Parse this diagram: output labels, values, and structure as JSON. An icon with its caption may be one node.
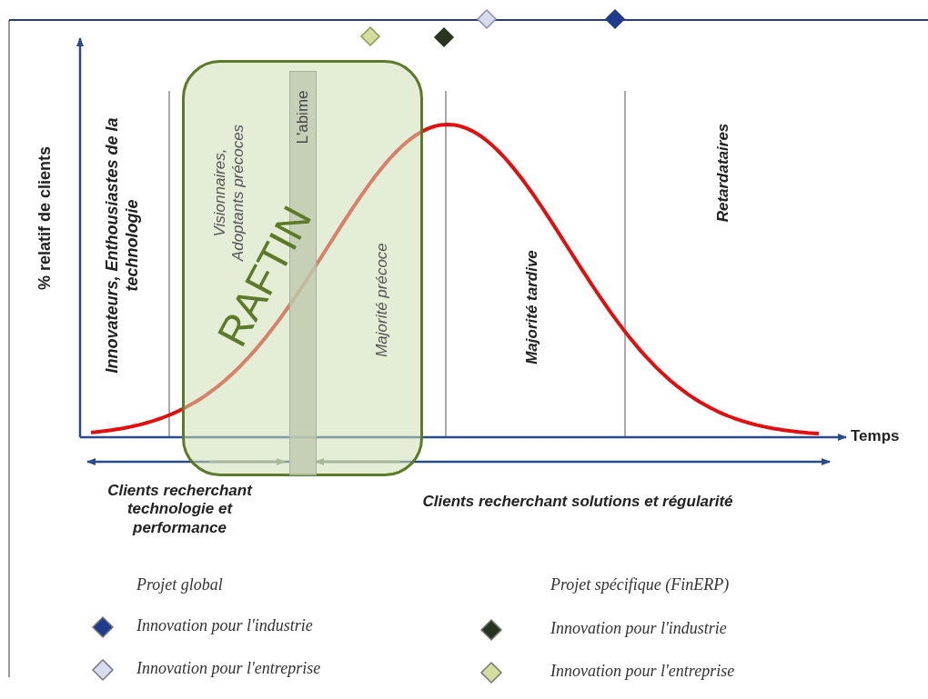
{
  "diagram": {
    "nodes": [
      {
        "text": [
          "RAFTIN"
        ]
      },
      {
        "text": [
          "L'abime"
        ],
        "in": 0
      }
    ],
    "labels": [
      "% relatif de clients",
      "Innovateurs, Enthousiastes de la technologie",
      "Visionnaires, Adoptants précoces",
      "Majorité précoce",
      "Majorité tardive",
      "Retardataires",
      "Temps",
      "Clients recherchant technologie et performance",
      "Clients recherchant solutions et régularité",
      "Projet global",
      "Projet spécifique (FinERP)"
    ],
    "legend": [
      {
        "text": "Innovation pour l'industrie",
        "color": "#1f3c8c"
      },
      {
        "text": "Innovation pour l'entreprise",
        "color": "#d8dcef"
      },
      {
        "text": "Innovation pour l'industrie",
        "color": "#2a3320"
      },
      {
        "text": "Innovation pour l'entreprise",
        "color": "#d4dca0"
      }
    ]
  }
}
